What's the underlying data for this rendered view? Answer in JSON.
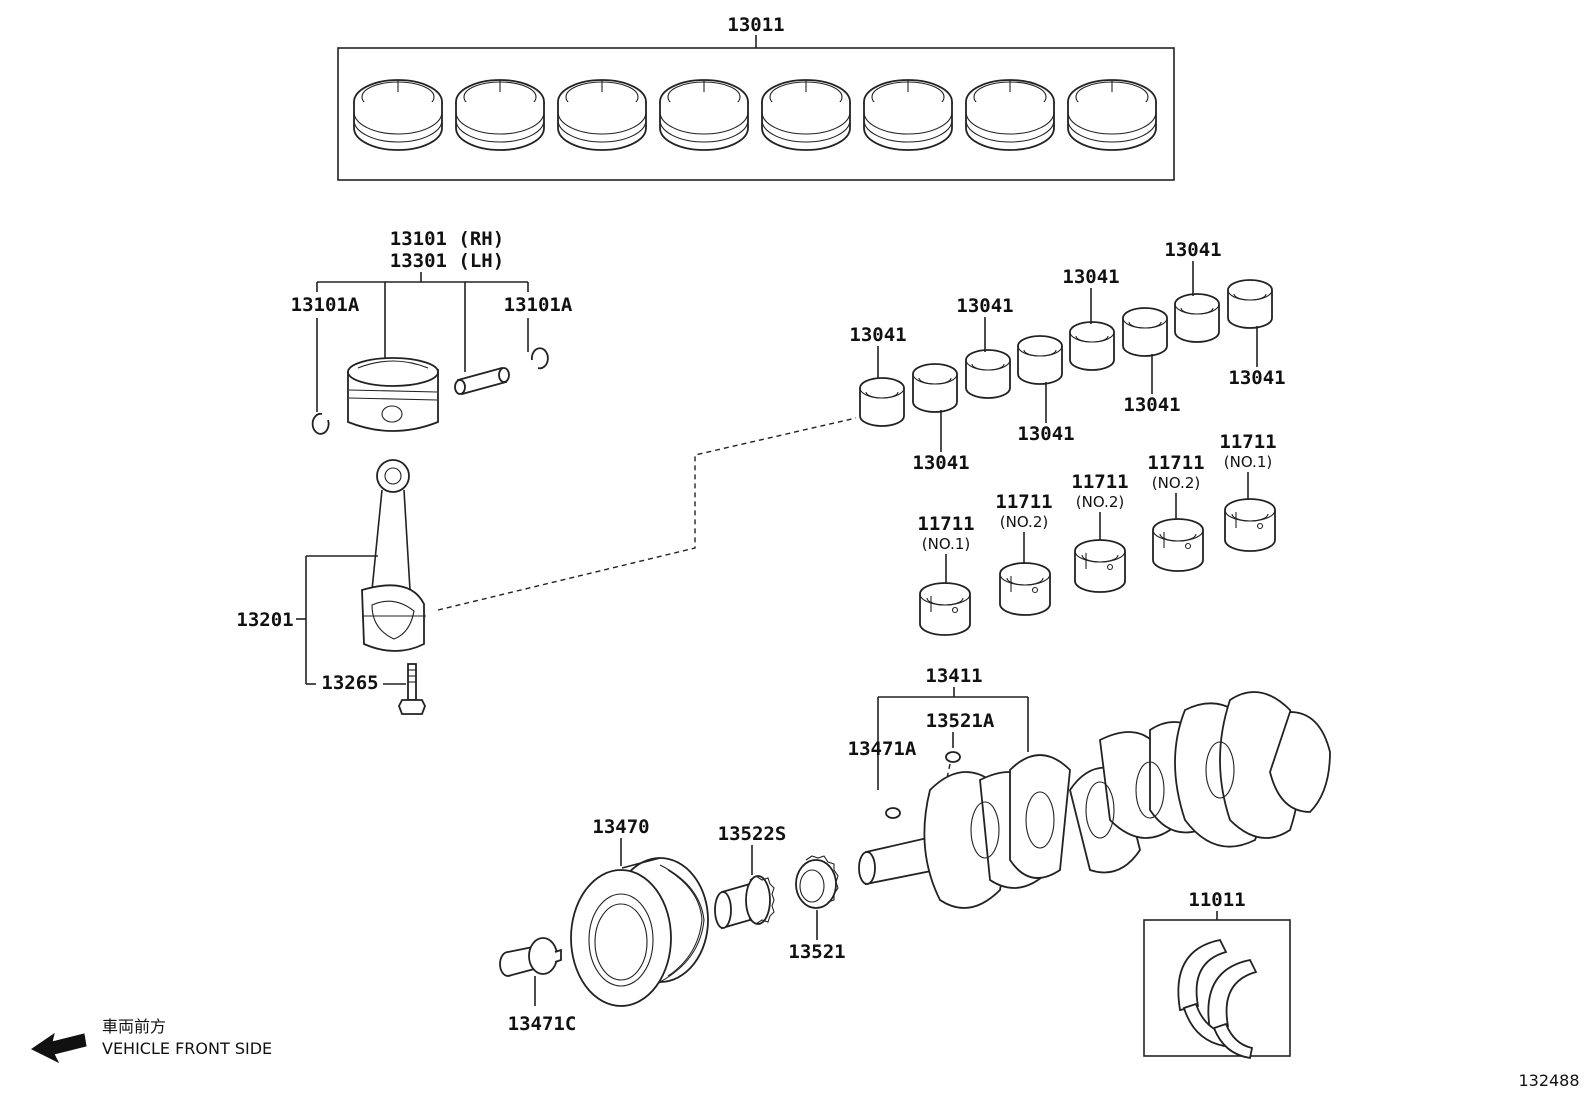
{
  "diagram": {
    "figure_number": "132488",
    "labels": {
      "ring_set": "13011",
      "piston_rh": "13101 (RH)",
      "piston_lh": "13301 (LH)",
      "snap_ring_left": "13101A",
      "snap_ring_right": "13101A",
      "conrod": "13201",
      "conrod_bolt": "13265",
      "bearing": "13041",
      "main_bearing": "11711",
      "main_no1": "(NO.1)",
      "main_no2": "(NO.2)",
      "crankshaft": "13411",
      "key_a": "13521A",
      "key_b": "13471A",
      "pulley": "13470",
      "gear_s": "13522S",
      "gear": "13521",
      "pulley_bolt": "13471C",
      "thrust_washer": "11011"
    },
    "direction": {
      "japanese": "車両前方",
      "english": "VEHICLE FRONT SIDE"
    }
  }
}
